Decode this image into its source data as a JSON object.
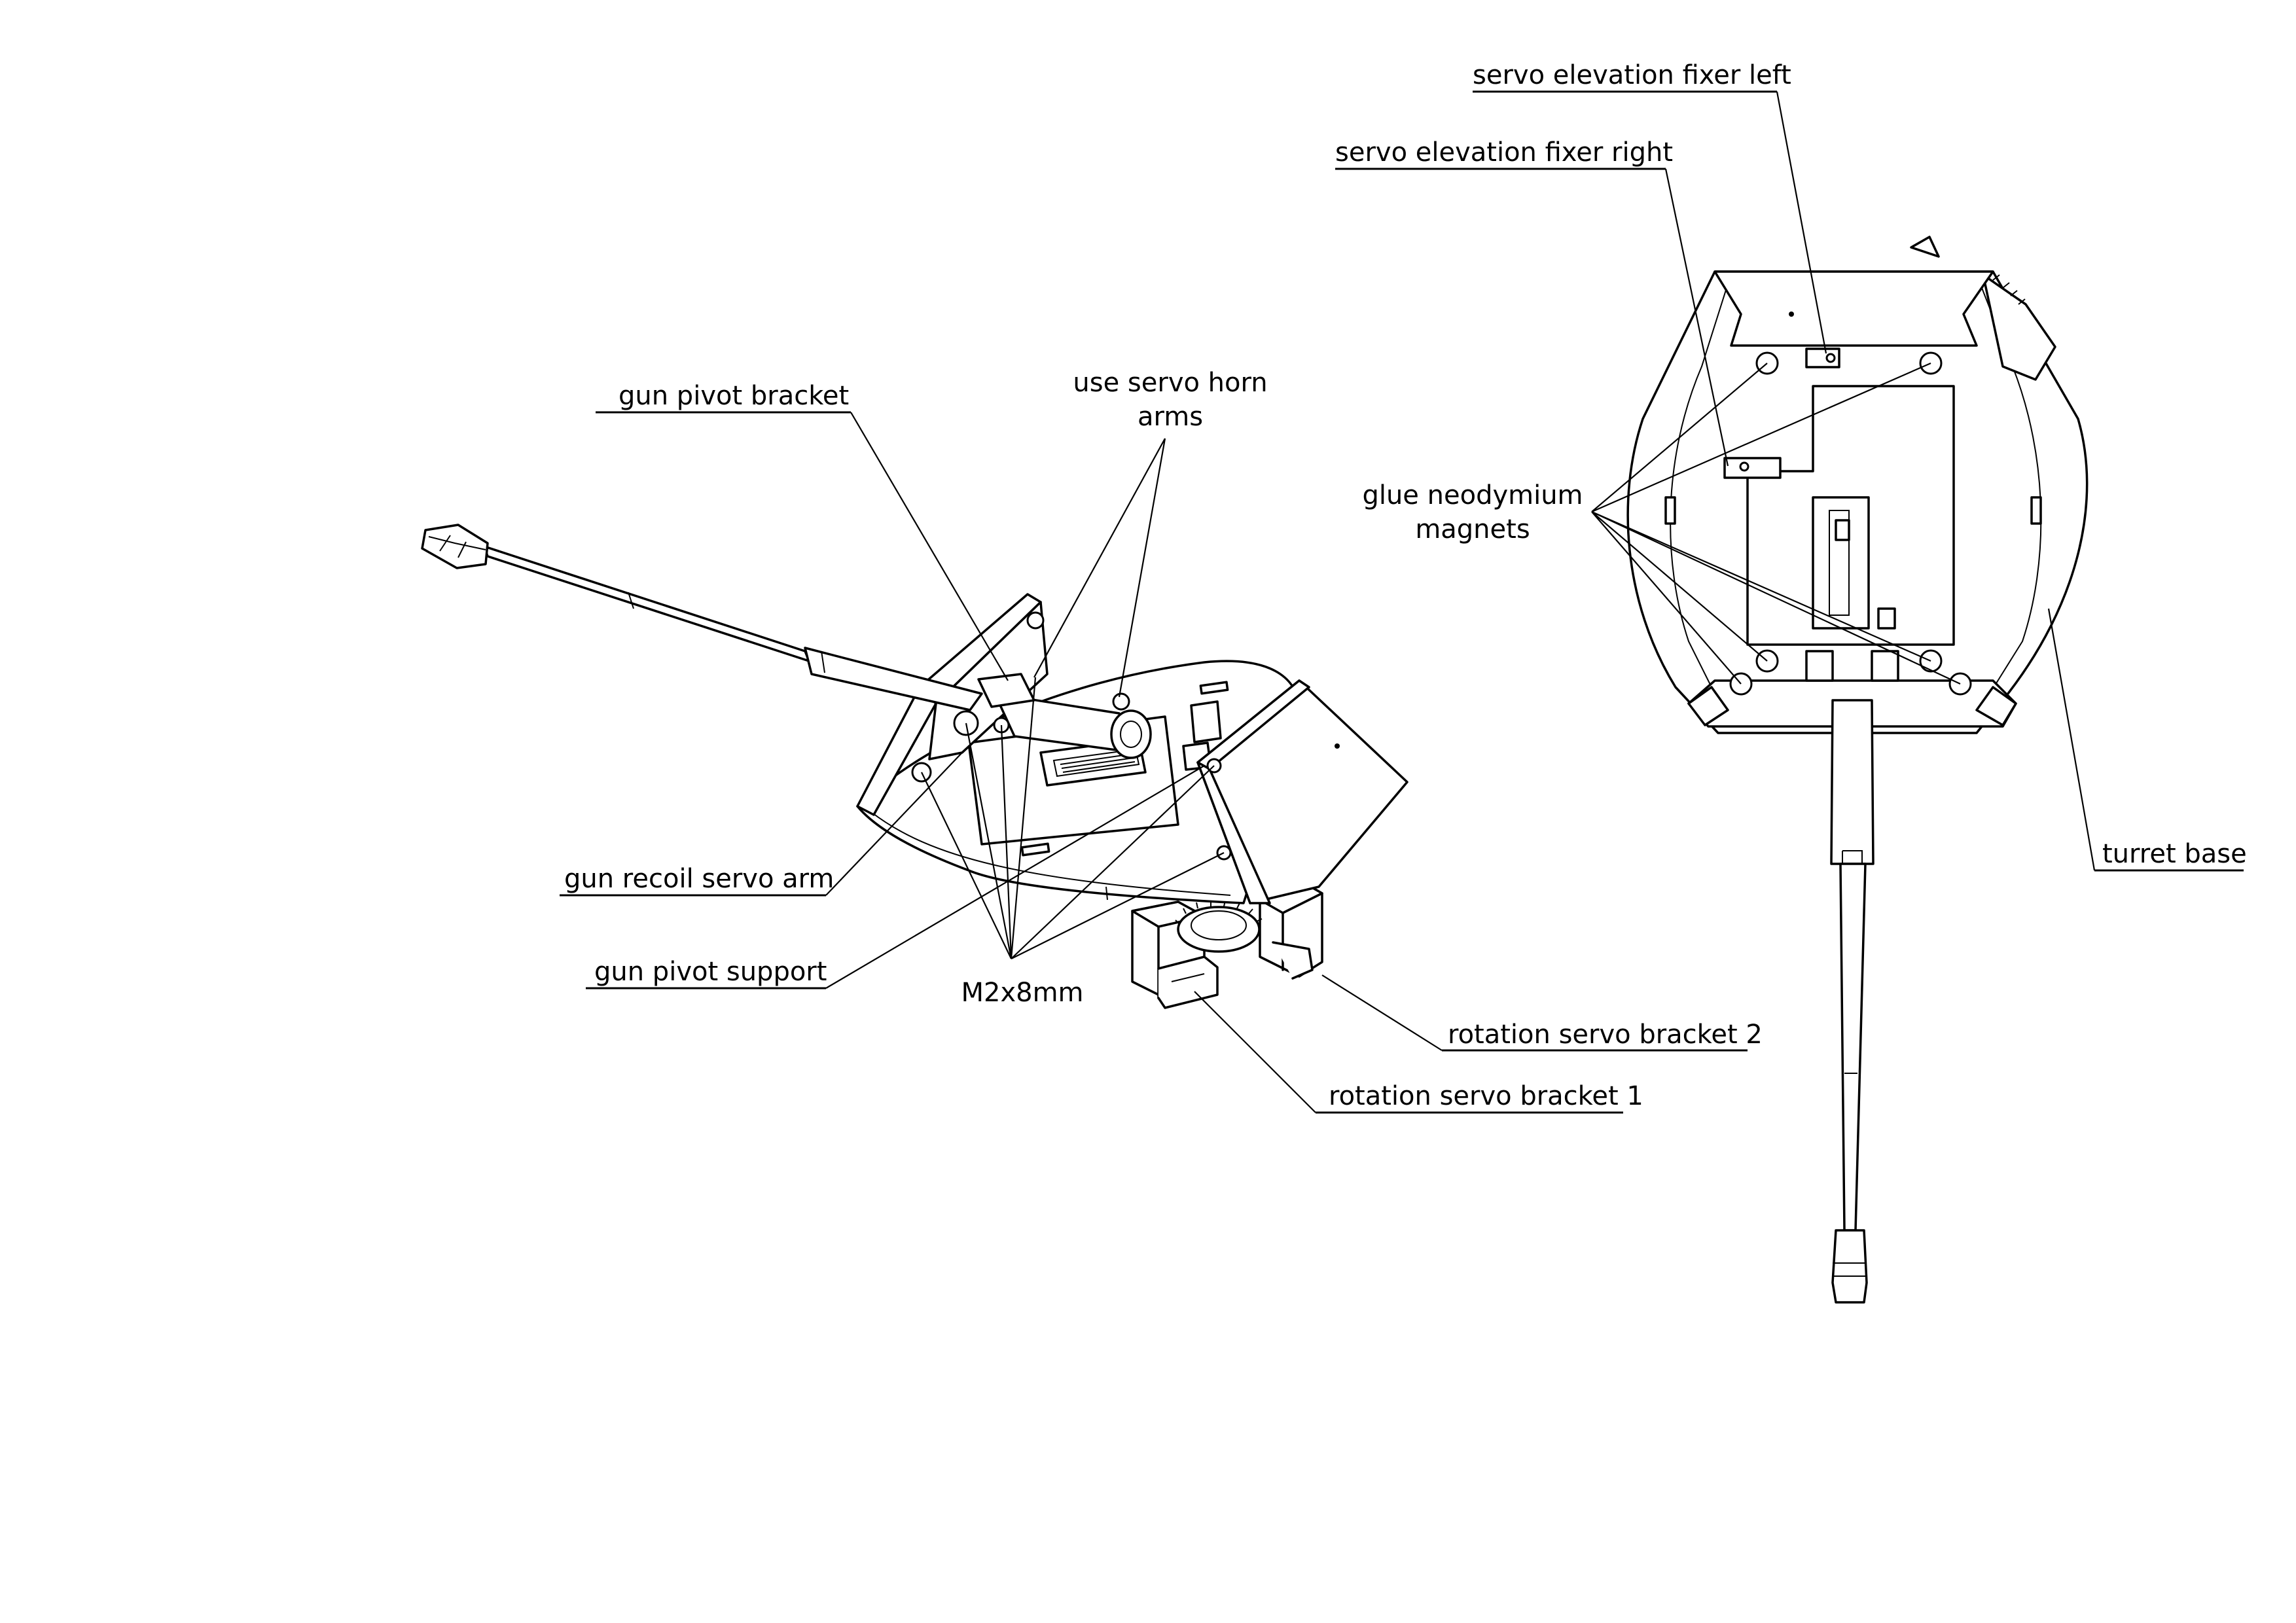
{
  "labels": {
    "servo_elevation_fixer_left": "servo elevation fixer left",
    "servo_elevation_fixer_right": "servo elevation fixer right",
    "glue_magnets_line1": "glue neodymium",
    "glue_magnets_line2": "magnets",
    "gun_pivot_bracket": "gun pivot bracket",
    "use_servo_horn_line1": "use servo horn",
    "use_servo_horn_line2": "arms",
    "gun_recoil_servo_arm": "gun recoil servo arm",
    "gun_pivot_support": "gun pivot support",
    "m2x8mm": "M2x8mm",
    "rotation_servo_bracket_2": "rotation servo bracket 2",
    "rotation_servo_bracket_1": "rotation servo bracket 1",
    "turret_base": "turret base"
  },
  "colors": {
    "line": "#000000",
    "background": "#ffffff"
  }
}
